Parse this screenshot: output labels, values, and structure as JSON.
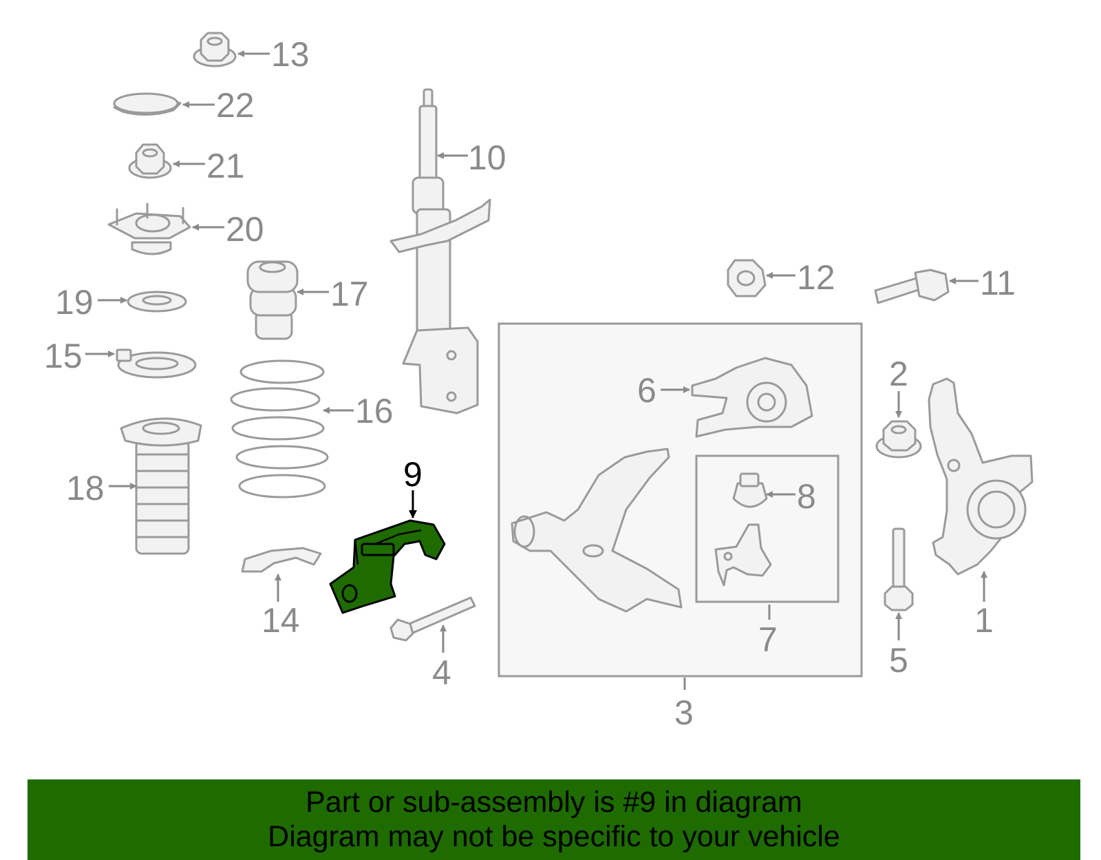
{
  "callouts": {
    "c1": "1",
    "c2": "2",
    "c3": "3",
    "c4": "4",
    "c5": "5",
    "c6": "6",
    "c7": "7",
    "c8": "8",
    "c9": "9",
    "c10": "10",
    "c11": "11",
    "c12": "12",
    "c13": "13",
    "c14": "14",
    "c15": "15",
    "c16": "16",
    "c17": "17",
    "c18": "18",
    "c19": "19",
    "c20": "20",
    "c21": "21",
    "c22": "22"
  },
  "highlighted_part": "9",
  "colors": {
    "highlight": "#1e6b00",
    "line": "#9a9a9a",
    "banner": "#1e6b00"
  },
  "banner": {
    "line1": "Part or sub-assembly is #9 in diagram",
    "line2": "Diagram may not be specific to your vehicle"
  }
}
